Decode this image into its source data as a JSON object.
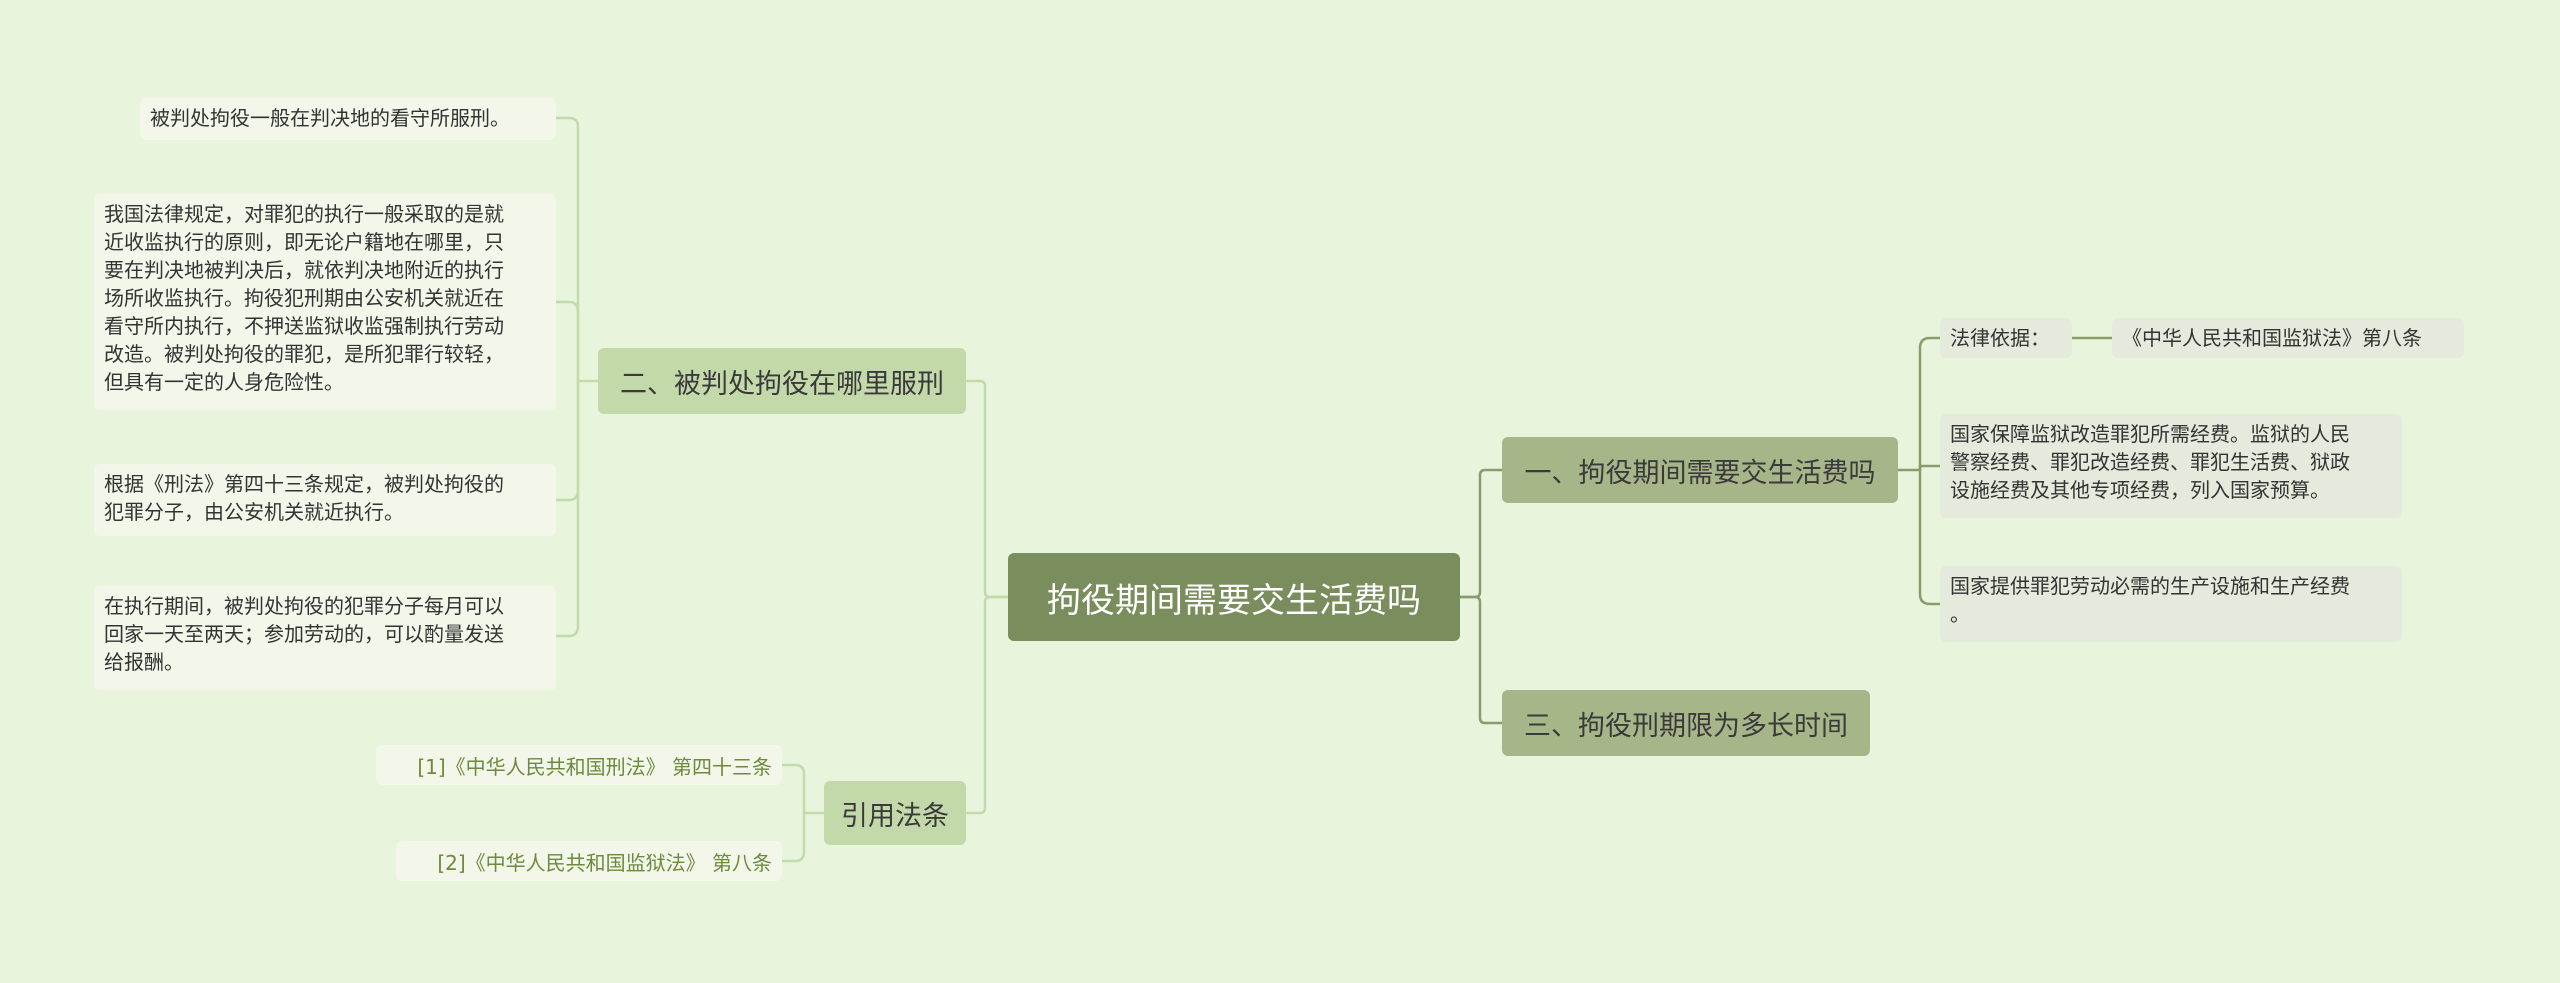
{
  "root": {
    "label": "拘役期间需要交生活费吗"
  },
  "left_branches": {
    "where_serve": {
      "label": "二、被判处拘役在哪里服刑",
      "items": [
        "被判处拘役一般在判决地的看守所服刑。",
        "我国法律规定，对罪犯的执行一般采取的是就\n近收监执行的原则，即无论户籍地在哪里，只\n要在判决地被判决后，就依判决地附近的执行\n场所收监执行。拘役犯刑期由公安机关就近在\n看守所内执行，不押送监狱收监强制执行劳动\n改造。被判处拘役的罪犯，是所犯罪行较轻，\n但具有一定的人身危险性。",
        "根据《刑法》第四十三条规定，被判处拘役的\n犯罪分子，由公安机关就近执行。",
        "在执行期间，被判处拘役的犯罪分子每月可以\n回家一天至两天；参加劳动的，可以酌量发送\n给报酬。"
      ]
    },
    "citations": {
      "label": "引用法条",
      "items": [
        "[1]《中华人民共和国刑法》 第四十三条",
        "[2]《中华人民共和国监狱法》 第八条"
      ]
    }
  },
  "right_branches": {
    "living_fee": {
      "label": "一、拘役期间需要交生活费吗",
      "legal_basis": {
        "label": "法律依据：",
        "law": "《中华人民共和国监狱法》第八条"
      },
      "items": [
        "国家保障监狱改造罪犯所需经费。监狱的人民\n警察经费、罪犯改造经费、罪犯生活费、狱政\n设施经费及其他专项经费，列入国家预算。",
        "国家提供罪犯劳动必需的生产设施和生产经费\n。"
      ]
    },
    "term_length": {
      "label": "三、拘役刑期限为多长时间"
    }
  },
  "colors": {
    "background": "#e8f5dc",
    "root_fill": "#7a8d5c",
    "branch_fill_left": "#c4d9a9",
    "branch_fill_right": "#a6b689",
    "link_left": "#c2dbaa",
    "link_right": "#8a9c6c",
    "citation_text": "#6d8a3e"
  }
}
